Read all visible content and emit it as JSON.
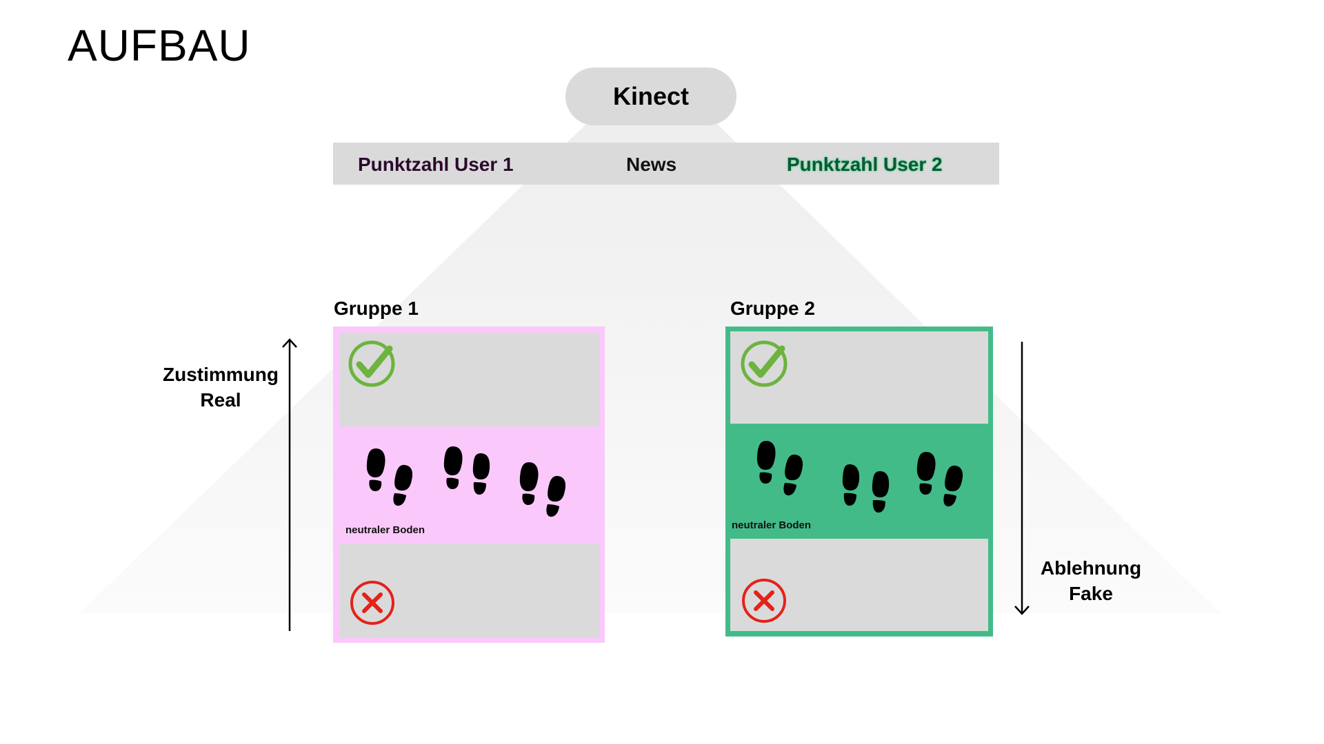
{
  "title": "AUFBAU",
  "kinect_label": "Kinect",
  "score_bar": {
    "user1": "Punktzahl User 1",
    "news": "News",
    "user2": "Punktzahl User 2"
  },
  "groups": [
    {
      "label": "Gruppe 1",
      "floor_label": "neutraler Boden",
      "color": "#fbc8fb"
    },
    {
      "label": "Gruppe 2",
      "floor_label": "neutraler Boden",
      "color": "#42bb88"
    }
  ],
  "left_axis_label": "Zustimmung\nReal",
  "right_axis_label": "Ablehnung\nFake",
  "colors": {
    "check": "#6cb33f",
    "cross": "#e32219",
    "panel_gray": "#dadada"
  },
  "icons": [
    "check-icon",
    "cross-icon",
    "footprints-icon",
    "arrow-up",
    "arrow-down"
  ]
}
